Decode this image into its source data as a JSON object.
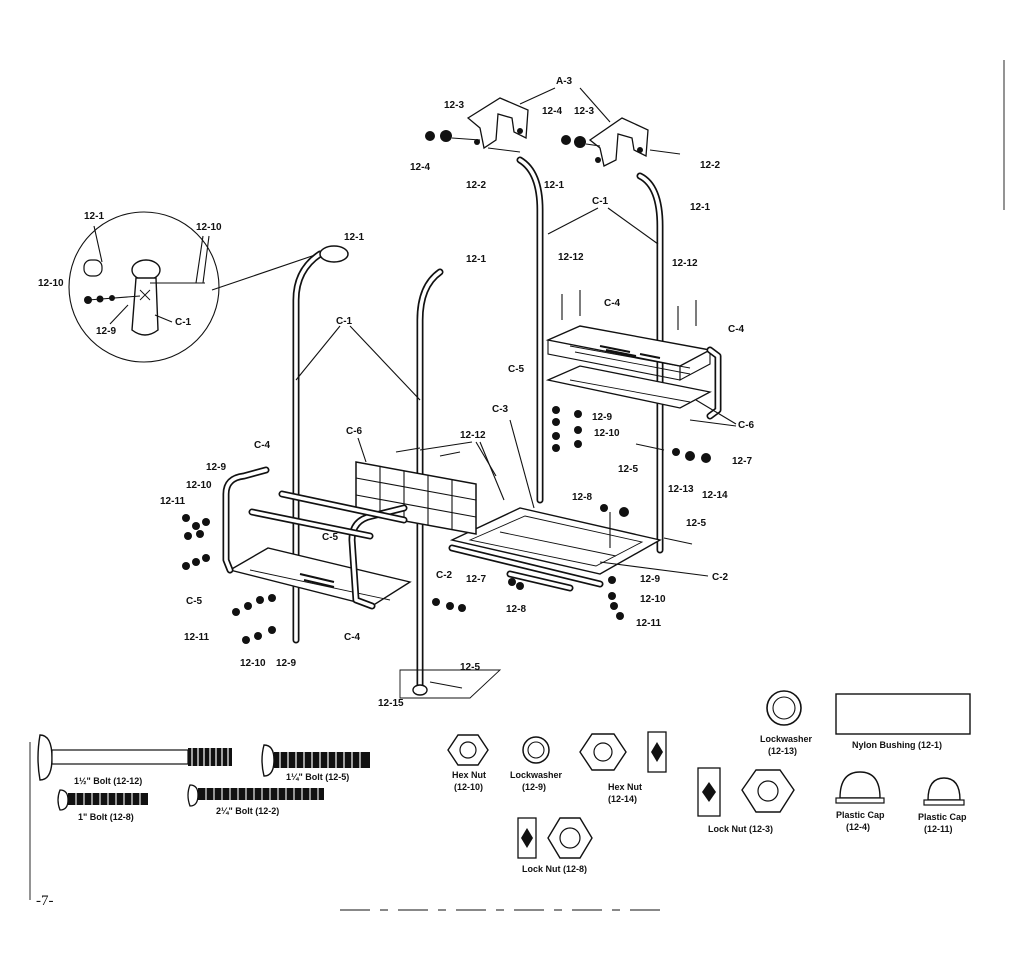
{
  "labels": {
    "a3": "A-3",
    "l_12_3": "12-3",
    "l_12_4": "12-4",
    "l_12_2": "12-2",
    "l_12_1": "12-1",
    "l_12_10": "12-10",
    "l_12_9": "12-9",
    "l_12_12": "12-12",
    "l_12_8": "12-8",
    "l_12_11": "12-11",
    "l_12_7": "12-7",
    "l_12_13": "12-13",
    "l_12_14": "12-14",
    "l_12_5": "12-5",
    "l_12_15": "12-15",
    "c1": "C-1",
    "c2": "C-2",
    "c3": "C-3",
    "c4": "C-4",
    "c5": "C-5",
    "c6": "C-6"
  },
  "hardware": {
    "bolt_12_12": "1½\" Bolt (12-12)",
    "bolt_12_5": "1¼\" Bolt (12-5)",
    "bolt_12_8": "1\" Bolt (12-8)",
    "bolt_12_2": "2¼\" Bolt (12-2)",
    "hexnut_12_10_a": "Hex Nut",
    "hexnut_12_10_b": "(12-10)",
    "lockwasher_12_9_a": "Lockwasher",
    "lockwasher_12_9_b": "(12-9)",
    "hexnut_12_14_a": "Hex Nut",
    "hexnut_12_14_b": "(12-14)",
    "lockwasher_12_13_a": "Lockwasher",
    "lockwasher_12_13_b": "(12-13)",
    "nylon_bushing": "Nylon Bushing (12-1)",
    "locknut_12_3": "Lock Nut (12-3)",
    "plasticcap_12_4_a": "Plastic Cap",
    "plasticcap_12_4_b": "(12-4)",
    "plasticcap_12_11_a": "Plastic Cap",
    "plasticcap_12_11_b": "(12-11)",
    "locknut_12_8": "Lock Nut (12-8)"
  },
  "page_number": "-7-"
}
